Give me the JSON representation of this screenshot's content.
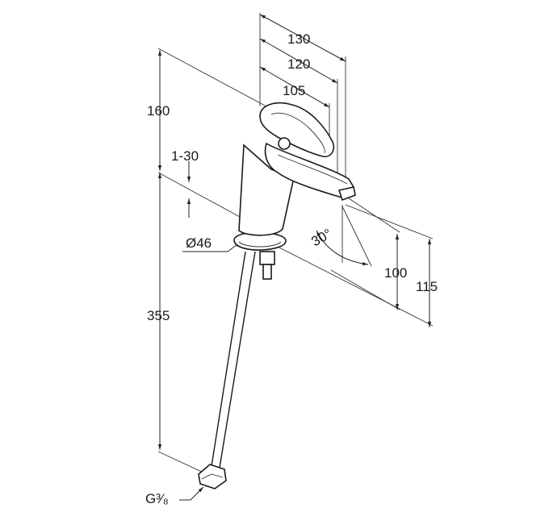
{
  "dimensions": {
    "d130": "130",
    "d120": "120",
    "d105": "105",
    "d160": "160",
    "d1_30": "1-30",
    "d30deg": "30°",
    "d46": "Ø46",
    "d100": "100",
    "d115": "115",
    "d355": "355",
    "thread": "G³⁄₈"
  }
}
